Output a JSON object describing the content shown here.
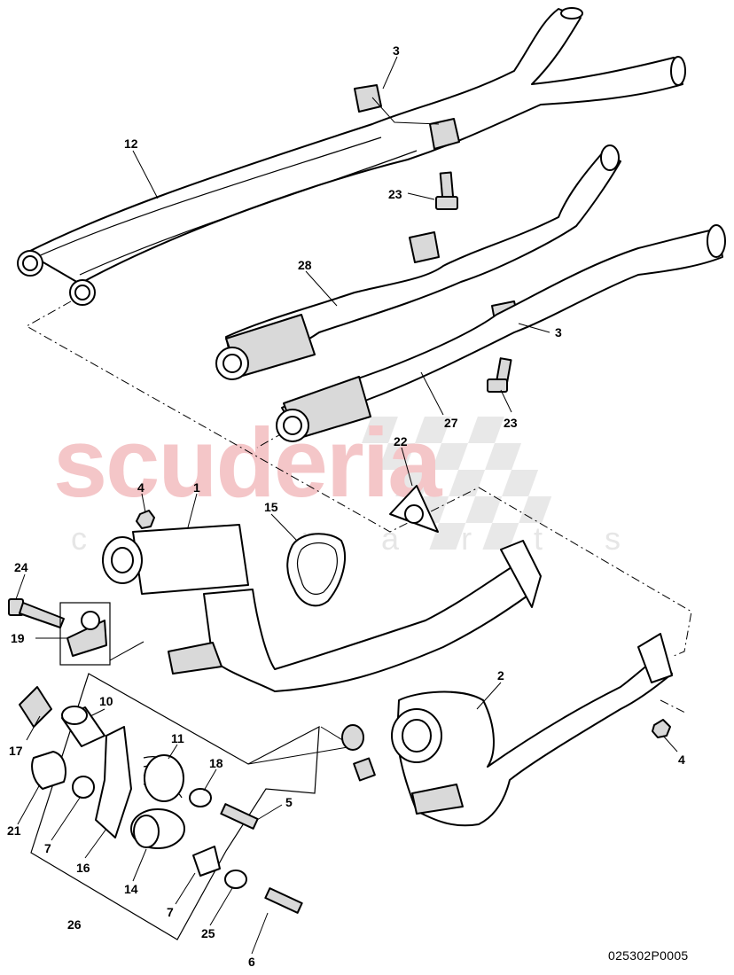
{
  "watermark": {
    "brand": "scuderia",
    "sub": "c a r p a r t s"
  },
  "reference": "025302P0005",
  "callouts": {
    "c3a": "3",
    "c12": "12",
    "c23a": "23",
    "c28": "28",
    "c3b": "3",
    "c23b": "23",
    "c27": "27",
    "c22": "22",
    "c4a": "4",
    "c1": "1",
    "c15": "15",
    "c24": "24",
    "c19": "19",
    "c2": "2",
    "c10": "10",
    "c11": "11",
    "c17": "17",
    "c18": "18",
    "c5": "5",
    "c4b": "4",
    "c21": "21",
    "c7a": "7",
    "c16": "16",
    "c14": "14",
    "c7b": "7",
    "c25": "25",
    "c26": "26",
    "c6": "6"
  }
}
